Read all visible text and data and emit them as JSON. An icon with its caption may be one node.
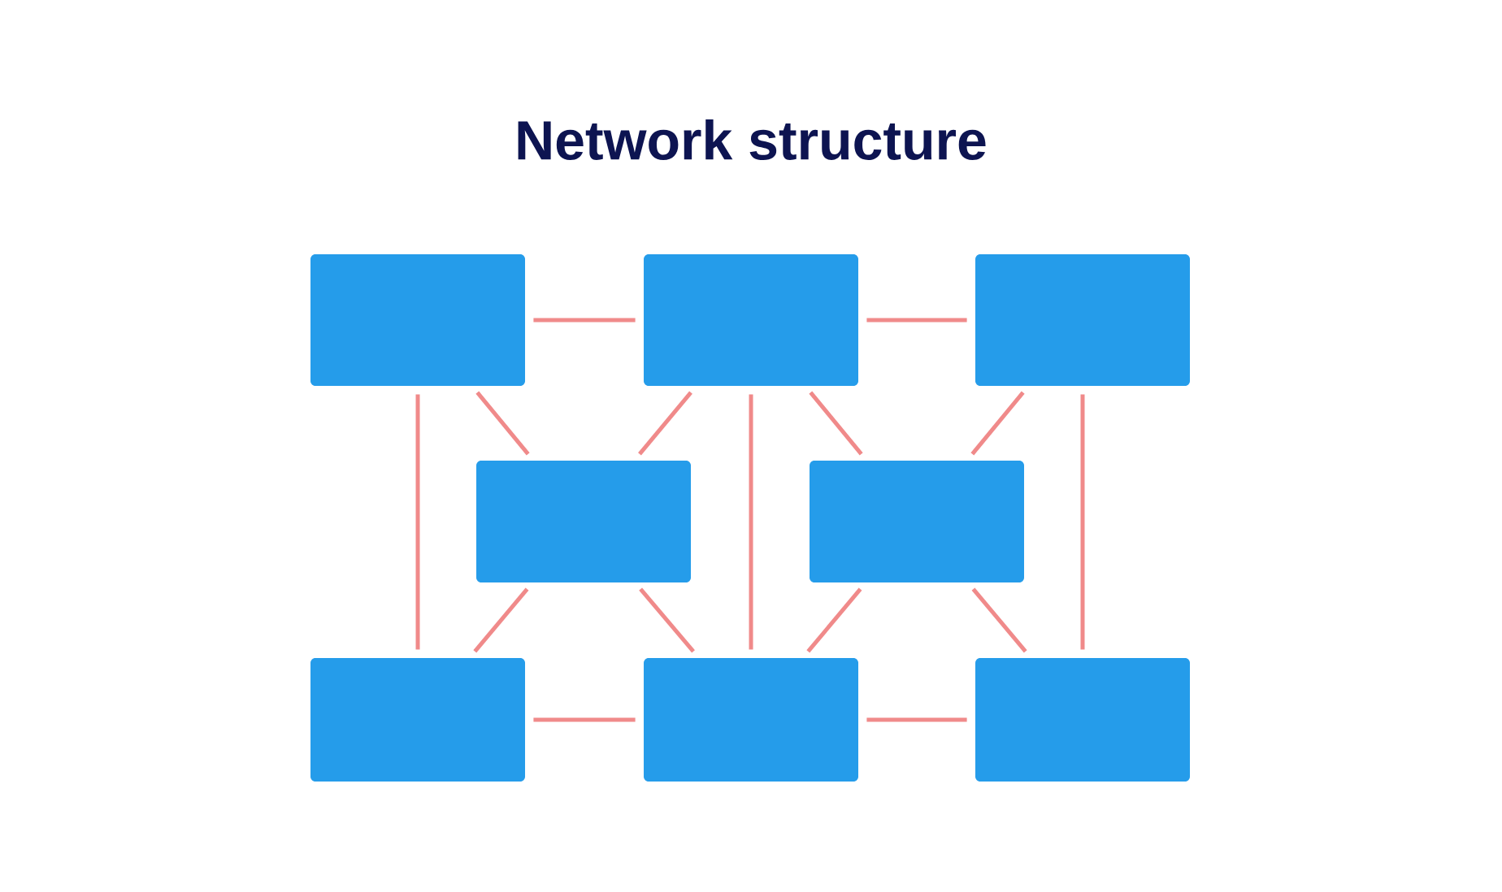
{
  "diagram": {
    "title": "Network structure",
    "nodes": [
      {
        "text": [],
        "shape": "box"
      },
      {
        "text": [],
        "shape": "box"
      },
      {
        "text": [],
        "shape": "box"
      },
      {
        "text": [],
        "shape": "box"
      },
      {
        "text": [],
        "shape": "box"
      },
      {
        "text": [],
        "shape": "box"
      },
      {
        "text": [],
        "shape": "box"
      },
      {
        "text": [],
        "shape": "box"
      }
    ],
    "edges": [
      {
        "from": 0,
        "to": 1,
        "arrow": "none"
      },
      {
        "from": 1,
        "to": 2,
        "arrow": "none"
      },
      {
        "from": 0,
        "to": 5,
        "arrow": "none"
      },
      {
        "from": 0,
        "to": 3,
        "arrow": "none"
      },
      {
        "from": 1,
        "to": 3,
        "arrow": "none"
      },
      {
        "from": 1,
        "to": 6,
        "arrow": "none"
      },
      {
        "from": 1,
        "to": 4,
        "arrow": "none"
      },
      {
        "from": 2,
        "to": 4,
        "arrow": "none"
      },
      {
        "from": 2,
        "to": 7,
        "arrow": "none"
      },
      {
        "from": 3,
        "to": 5,
        "arrow": "none"
      },
      {
        "from": 3,
        "to": 6,
        "arrow": "none"
      },
      {
        "from": 4,
        "to": 6,
        "arrow": "none"
      },
      {
        "from": 4,
        "to": 7,
        "arrow": "none"
      },
      {
        "from": 5,
        "to": 6,
        "arrow": "none"
      },
      {
        "from": 6,
        "to": 7,
        "arrow": "none"
      }
    ]
  }
}
